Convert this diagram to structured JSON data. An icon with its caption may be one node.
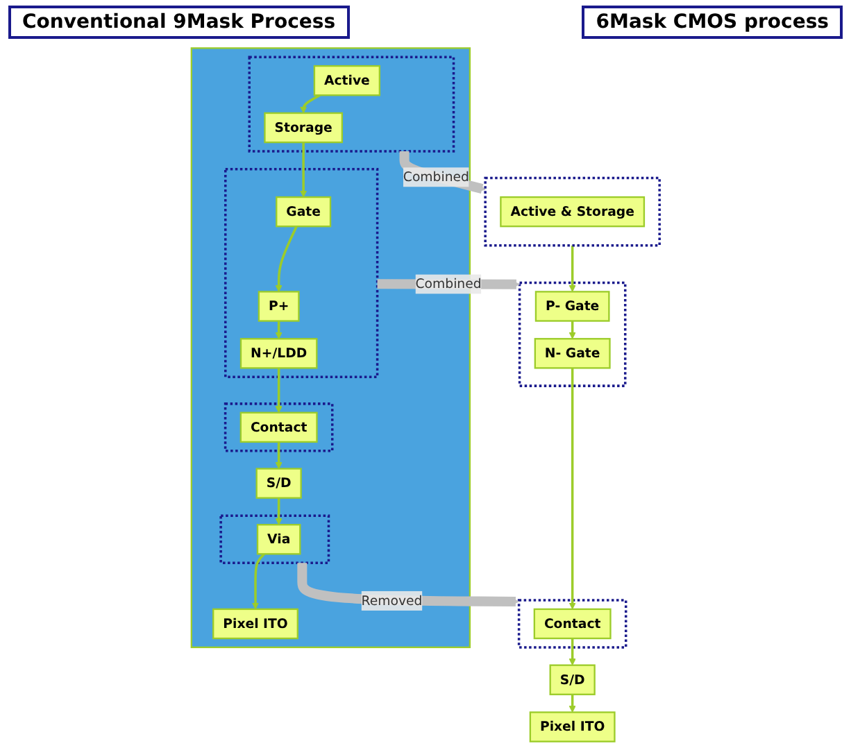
{
  "diagram": {
    "nodes": [
      {
        "text": [],
        "shape": "box"
      },
      {
        "text": [],
        "shape": "box",
        "in": 0
      },
      {
        "text": [
          "Active"
        ],
        "in": 1
      },
      {
        "text": [
          "Storage"
        ],
        "in": 1
      },
      {
        "text": [],
        "shape": "box",
        "in": 0
      },
      {
        "text": [
          "Gate"
        ],
        "in": 4
      },
      {
        "text": [
          "P+"
        ],
        "in": 4
      },
      {
        "text": [
          "N+/LDD"
        ],
        "in": 4
      },
      {
        "text": [],
        "shape": "box",
        "in": 0
      },
      {
        "text": [
          "Contact"
        ],
        "in": 8
      },
      {
        "text": [
          "S/D"
        ],
        "in": 0
      },
      {
        "text": [],
        "shape": "box",
        "in": 0
      },
      {
        "text": [
          "Via"
        ],
        "in": 11
      },
      {
        "text": [
          "Pixel ITO"
        ],
        "in": 0
      },
      {
        "text": [],
        "shape": "box"
      },
      {
        "text": [
          "Active & Storage"
        ],
        "in": 14
      },
      {
        "text": [],
        "shape": "box"
      },
      {
        "text": [
          "P- Gate"
        ],
        "in": 16
      },
      {
        "text": [
          "N- Gate"
        ],
        "in": 16
      },
      {
        "text": [],
        "shape": "box"
      },
      {
        "text": [
          "Contact"
        ],
        "in": 19
      },
      {
        "text": [
          "S/D"
        ]
      },
      {
        "text": [
          "Pixel ITO"
        ]
      }
    ],
    "edges": [
      {
        "from": 2,
        "to": 3,
        "arrow": "to"
      },
      {
        "from": 3,
        "to": 5,
        "arrow": "to"
      },
      {
        "from": 5,
        "to": 6,
        "arrow": "to"
      },
      {
        "from": 6,
        "to": 7,
        "arrow": "to"
      },
      {
        "from": 7,
        "to": 9,
        "arrow": "to"
      },
      {
        "from": 9,
        "to": 10,
        "arrow": "to"
      },
      {
        "from": 10,
        "to": 12,
        "arrow": "to"
      },
      {
        "from": 12,
        "to": 13,
        "arrow": "to"
      },
      {
        "from": 1,
        "to": 14,
        "arrow": "to",
        "label": "Combined",
        "style": "thick",
        "color": "#c0c0c0"
      },
      {
        "from": 4,
        "to": 16,
        "arrow": "to",
        "label": "Combined",
        "style": "thick",
        "color": "#c0c0c0"
      },
      {
        "from": 11,
        "to": 19,
        "arrow": "to",
        "label": "Removed",
        "style": "thick",
        "color": "#c0c0c0"
      },
      {
        "from": 14,
        "to": 17,
        "arrow": "to"
      },
      {
        "from": 17,
        "to": 18,
        "arrow": "to"
      },
      {
        "from": 18,
        "to": 20,
        "arrow": "to"
      },
      {
        "from": 20,
        "to": 21,
        "arrow": "to"
      },
      {
        "from": 21,
        "to": 22,
        "arrow": "to"
      }
    ],
    "labels": [
      "Conventional 9Mask Process",
      "6Mask CMOS process"
    ]
  }
}
